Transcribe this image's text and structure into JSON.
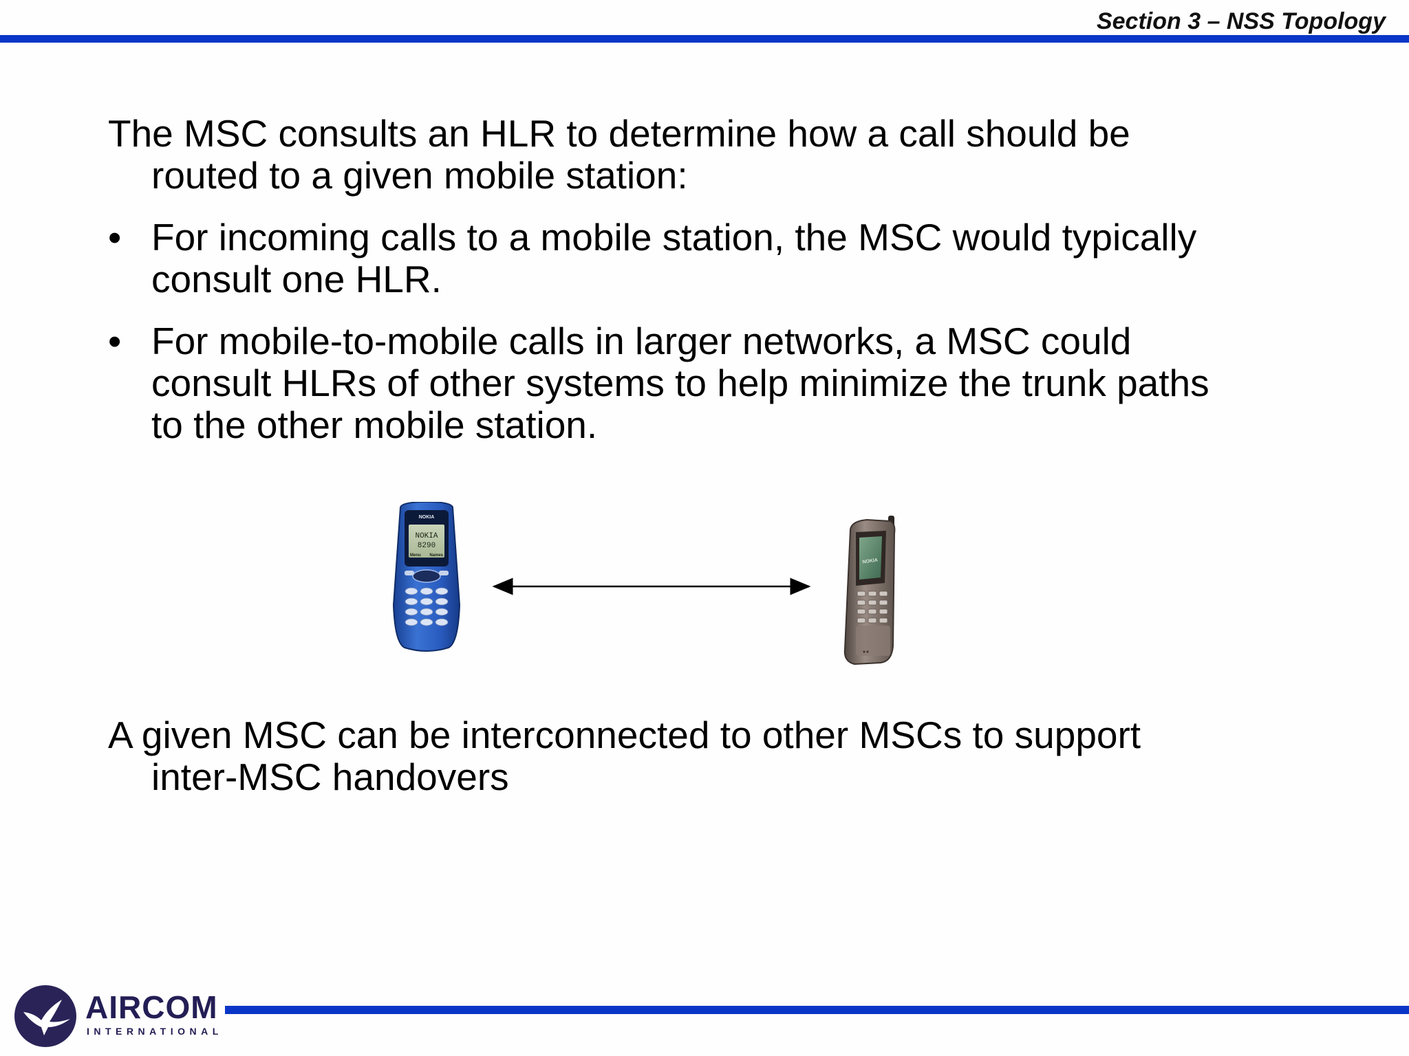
{
  "header": {
    "section_title": "Section 3 – NSS Topology"
  },
  "body": {
    "intro_line1": "The MSC consults an HLR to determine how a call should be",
    "intro_line2": "routed to a given mobile station:",
    "bullets": [
      {
        "symbol": "•",
        "lines": [
          "For incoming calls to a mobile station, the MSC would typically",
          "consult one HLR."
        ]
      },
      {
        "symbol": "•",
        "lines": [
          "For mobile-to-mobile calls in larger networks, a MSC could",
          "consult HLRs of other systems to help minimize the trunk paths",
          "to the other mobile station."
        ]
      }
    ],
    "closing_line1": "A given MSC can be interconnected to other MSCs to support",
    "closing_line2": "inter-MSC handovers"
  },
  "diagram": {
    "left_phone": {
      "brand": "NOKIA",
      "screen_line1": "NOKIA",
      "screen_line2": "8290",
      "softkey_left": "Menu",
      "softkey_right": "Names",
      "color": "#2457b8"
    },
    "right_phone": {
      "brand": "NOKIA",
      "color": "#7d6f68"
    },
    "connector": "double-arrow"
  },
  "footer": {
    "logo_word": "AIRCOM",
    "logo_sub": "INTERNATIONAL",
    "logo_color": "#231e55",
    "rule_color": "#0a36c7"
  }
}
